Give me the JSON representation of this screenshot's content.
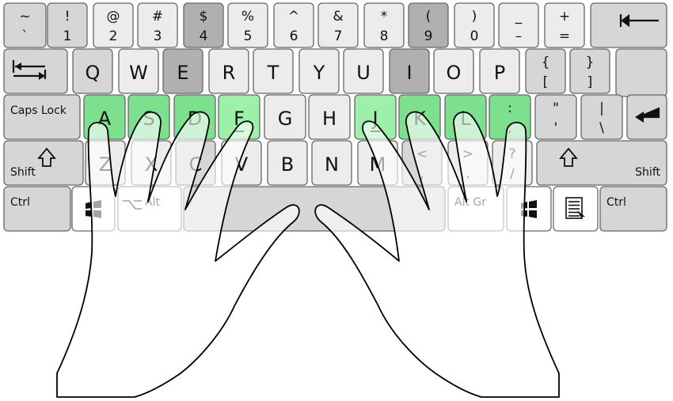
{
  "colors": {
    "background": "#ffffff",
    "key_dark": "#b0b0b0",
    "key_medium": "#d6d6d6",
    "key_light": "#ececec",
    "key_white": "#ffffff",
    "home_row_green": "#7de08f",
    "home_row_green_light": "#9cf0a9",
    "key_border": "#666666",
    "legend_text": "#111111",
    "hand_outline": "#000000"
  },
  "hands": {
    "overlay": "white-translucent",
    "outline_icon": "hands-outline-icon"
  },
  "keyboard": {
    "rows": [
      {
        "name": "number-row",
        "keys": [
          {
            "id": "backtick",
            "top": "~",
            "bottom": "`",
            "shade": "medium"
          },
          {
            "id": "1",
            "top": "!",
            "bottom": "1",
            "shade": "medium"
          },
          {
            "id": "2",
            "top": "@",
            "bottom": "2",
            "shade": "light"
          },
          {
            "id": "3",
            "top": "#",
            "bottom": "3",
            "shade": "light"
          },
          {
            "id": "4",
            "top": "$",
            "bottom": "4",
            "shade": "dark"
          },
          {
            "id": "5",
            "top": "%",
            "bottom": "5",
            "shade": "light"
          },
          {
            "id": "6",
            "top": "^",
            "bottom": "6",
            "shade": "light"
          },
          {
            "id": "7",
            "top": "&",
            "bottom": "7",
            "shade": "light"
          },
          {
            "id": "8",
            "top": "*",
            "bottom": "8",
            "shade": "light"
          },
          {
            "id": "9",
            "top": "(",
            "bottom": "9",
            "shade": "dark"
          },
          {
            "id": "0",
            "top": ")",
            "bottom": "0",
            "shade": "light"
          },
          {
            "id": "minus",
            "top": "_",
            "bottom": "–",
            "shade": "light"
          },
          {
            "id": "equals",
            "top": "+",
            "bottom": "=",
            "shade": "light"
          },
          {
            "id": "backspace",
            "label": "",
            "icon": "backspace-arrow-icon",
            "shade": "medium"
          }
        ]
      },
      {
        "name": "top-row",
        "keys": [
          {
            "id": "tab",
            "label": "",
            "icon": "tab-arrow-icon",
            "shade": "medium"
          },
          {
            "id": "q",
            "label": "Q",
            "shade": "medium"
          },
          {
            "id": "w",
            "label": "W",
            "shade": "light"
          },
          {
            "id": "e",
            "label": "E",
            "shade": "dark"
          },
          {
            "id": "r",
            "label": "R",
            "shade": "light"
          },
          {
            "id": "t",
            "label": "T",
            "shade": "light"
          },
          {
            "id": "y",
            "label": "Y",
            "shade": "light"
          },
          {
            "id": "u",
            "label": "U",
            "shade": "light"
          },
          {
            "id": "i",
            "label": "I",
            "shade": "dark"
          },
          {
            "id": "o",
            "label": "O",
            "shade": "light"
          },
          {
            "id": "p",
            "label": "P",
            "shade": "light"
          },
          {
            "id": "lbracket",
            "top": "{",
            "bottom": "[",
            "shade": "medium"
          },
          {
            "id": "rbracket",
            "top": "}",
            "bottom": "]",
            "shade": "medium"
          },
          {
            "id": "enter-top",
            "label": "",
            "shade": "medium"
          }
        ]
      },
      {
        "name": "home-row",
        "keys": [
          {
            "id": "capslock",
            "label": "Caps Lock",
            "shade": "medium"
          },
          {
            "id": "a",
            "label": "A",
            "shade": "green"
          },
          {
            "id": "s",
            "label": "S",
            "shade": "green"
          },
          {
            "id": "d",
            "label": "D",
            "shade": "green"
          },
          {
            "id": "f",
            "label": "F",
            "shade": "green-light"
          },
          {
            "id": "g",
            "label": "G",
            "shade": "light"
          },
          {
            "id": "h",
            "label": "H",
            "shade": "light"
          },
          {
            "id": "j",
            "label": "J",
            "shade": "green-light"
          },
          {
            "id": "k",
            "label": "K",
            "shade": "green"
          },
          {
            "id": "l",
            "label": "L",
            "shade": "green"
          },
          {
            "id": "semicolon",
            "top": ":",
            "bottom": ";",
            "shade": "green"
          },
          {
            "id": "quote",
            "top": "\"",
            "bottom": "'",
            "shade": "medium"
          },
          {
            "id": "backslash",
            "top": "|",
            "bottom": "\\",
            "shade": "medium"
          },
          {
            "id": "enter",
            "label": "",
            "icon": "enter-arrow-icon",
            "shade": "medium"
          }
        ]
      },
      {
        "name": "bottom-row",
        "keys": [
          {
            "id": "lshift",
            "label": "Shift",
            "icon": "shift-arrow-icon",
            "shade": "medium"
          },
          {
            "id": "z",
            "label": "Z",
            "shade": "light"
          },
          {
            "id": "x",
            "label": "X",
            "shade": "light"
          },
          {
            "id": "c",
            "label": "C",
            "shade": "medium"
          },
          {
            "id": "v",
            "label": "V",
            "shade": "light"
          },
          {
            "id": "b",
            "label": "B",
            "shade": "light"
          },
          {
            "id": "n",
            "label": "N",
            "shade": "light"
          },
          {
            "id": "m",
            "label": "M",
            "shade": "light"
          },
          {
            "id": "comma",
            "top": "<",
            "bottom": ",",
            "shade": "medium"
          },
          {
            "id": "period",
            "top": ">",
            "bottom": ".",
            "shade": "light"
          },
          {
            "id": "slash",
            "top": "?",
            "bottom": "/",
            "shade": "light"
          },
          {
            "id": "rshift",
            "label": "Shift",
            "icon": "shift-arrow-icon",
            "shade": "medium"
          }
        ]
      },
      {
        "name": "space-row",
        "keys": [
          {
            "id": "lctrl",
            "label": "Ctrl",
            "shade": "medium"
          },
          {
            "id": "lwin",
            "label": "",
            "icon": "windows-logo-icon",
            "shade": "white"
          },
          {
            "id": "alt",
            "label": "Alt",
            "icon": "option-key-icon",
            "shade": "white"
          },
          {
            "id": "space",
            "label": "",
            "shade": "medium"
          },
          {
            "id": "altgr",
            "label": "Alt Gr",
            "shade": "white"
          },
          {
            "id": "rwin",
            "label": "",
            "icon": "windows-logo-icon",
            "shade": "white"
          },
          {
            "id": "menu",
            "label": "",
            "icon": "context-menu-icon",
            "shade": "white"
          },
          {
            "id": "rctrl",
            "label": "Ctrl",
            "shade": "medium"
          }
        ]
      }
    ]
  }
}
